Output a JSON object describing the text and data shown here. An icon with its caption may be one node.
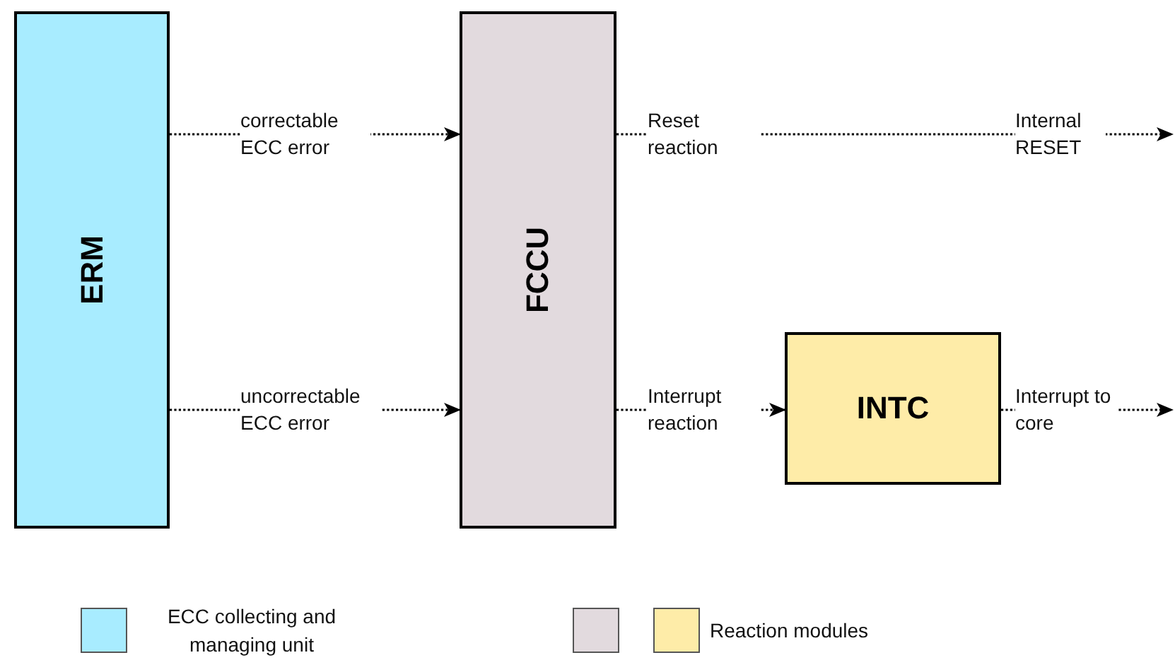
{
  "diagram": {
    "nodes": [
      {
        "text": [
          "ERM"
        ]
      },
      {
        "text": [
          "FCCU"
        ]
      },
      {
        "text": [
          "INTC"
        ]
      }
    ],
    "edges": [
      {
        "from": 0,
        "to": 1,
        "arrow": "to",
        "label": "correctable ECC error"
      },
      {
        "from": 0,
        "to": 1,
        "arrow": "to",
        "label": "uncorrectable ECC error"
      },
      {
        "from": 1,
        "to": null,
        "arrow": "to",
        "label": "Reset reaction"
      },
      {
        "from": 1,
        "to": 2,
        "arrow": "to",
        "label": "Interrupt reaction"
      },
      {
        "from": 2,
        "to": null,
        "arrow": "to",
        "label": "Interrupt to core"
      }
    ],
    "labels": [
      "Internal RESET"
    ],
    "legend": [
      {
        "text": "ECC collecting and managing unit",
        "color": "#a8ecff"
      },
      {
        "text": "Reaction modules",
        "color": "#e2dade"
      }
    ]
  }
}
